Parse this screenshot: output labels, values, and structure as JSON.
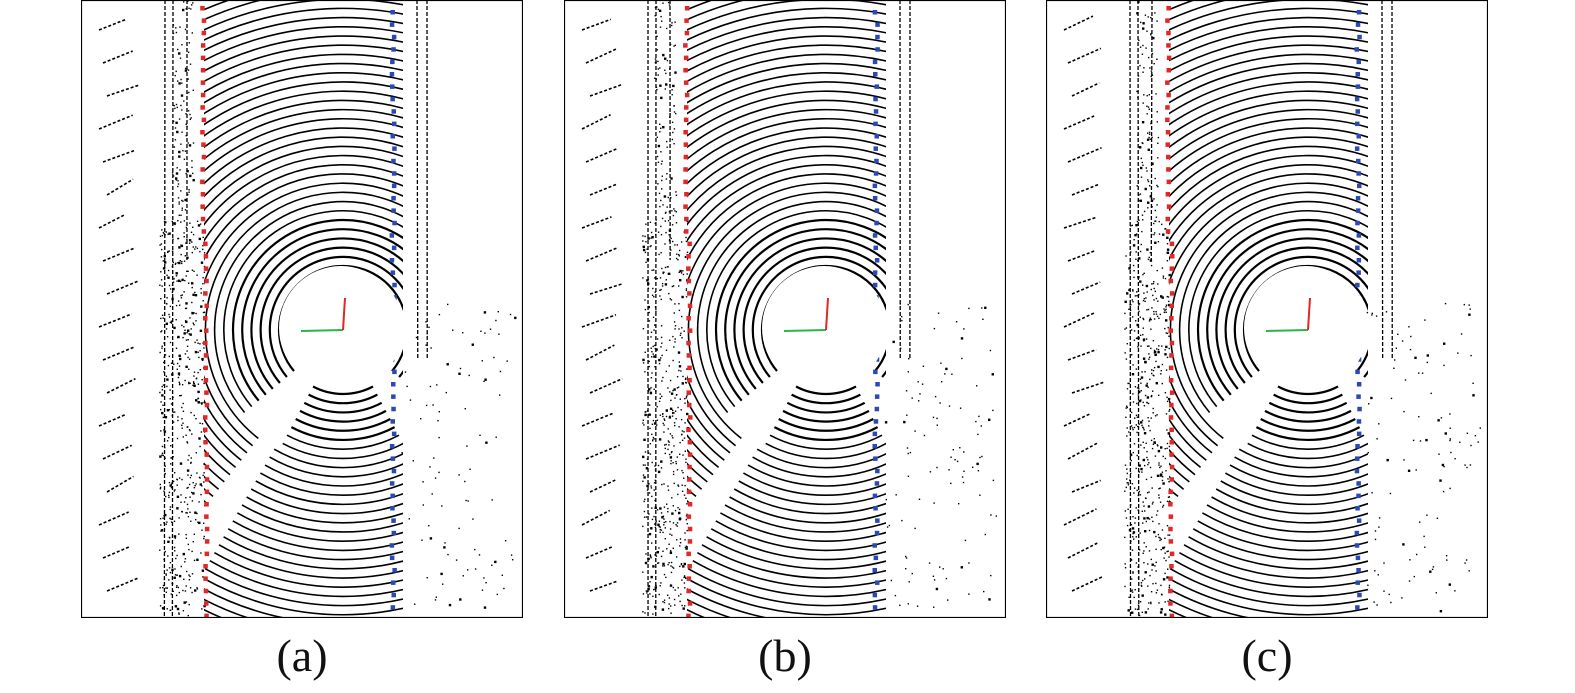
{
  "figure": {
    "panels": [
      {
        "id": "a",
        "caption": "(a)"
      },
      {
        "id": "b",
        "caption": "(b)"
      },
      {
        "id": "c",
        "caption": "(c)"
      }
    ]
  },
  "colors": {
    "points": "#000000",
    "left_boundary": "#e32626",
    "right_boundary": "#2a48b6",
    "axis_x": "#2bb44a",
    "axis_y": "#e32626",
    "frame": "#000000"
  }
}
